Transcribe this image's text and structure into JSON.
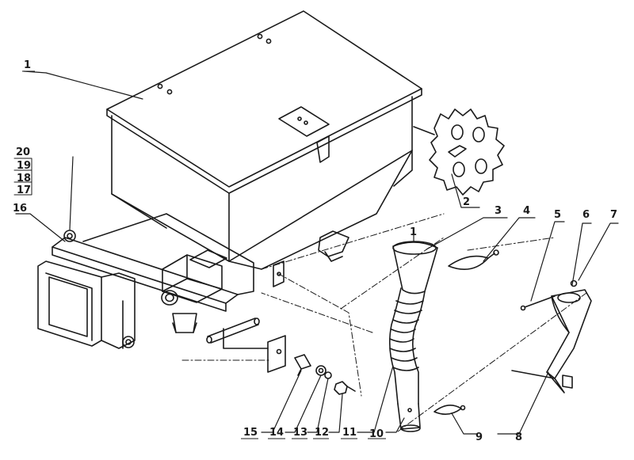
{
  "colors": {
    "ink": "#1a1a1a",
    "paper": "#ffffff"
  },
  "callouts": [
    {
      "id": "1",
      "text": "1"
    },
    {
      "id": "2",
      "text": "2"
    },
    {
      "id": "3",
      "text": "3"
    },
    {
      "id": "4",
      "text": "4"
    },
    {
      "id": "5",
      "text": "5"
    },
    {
      "id": "6",
      "text": "6"
    },
    {
      "id": "7",
      "text": "7"
    },
    {
      "id": "8",
      "text": "8"
    },
    {
      "id": "9",
      "text": "9"
    },
    {
      "id": "10",
      "text": "10"
    },
    {
      "id": "11",
      "text": "11"
    },
    {
      "id": "12",
      "text": "12"
    },
    {
      "id": "13",
      "text": "13"
    },
    {
      "id": "14",
      "text": "14"
    },
    {
      "id": "15",
      "text": "15"
    },
    {
      "id": "16",
      "text": "16"
    },
    {
      "id": "17",
      "text": "17"
    },
    {
      "id": "18",
      "text": "18"
    },
    {
      "id": "19",
      "text": "19"
    },
    {
      "id": "20",
      "text": "20"
    },
    {
      "id": "1b",
      "text": "1"
    }
  ]
}
